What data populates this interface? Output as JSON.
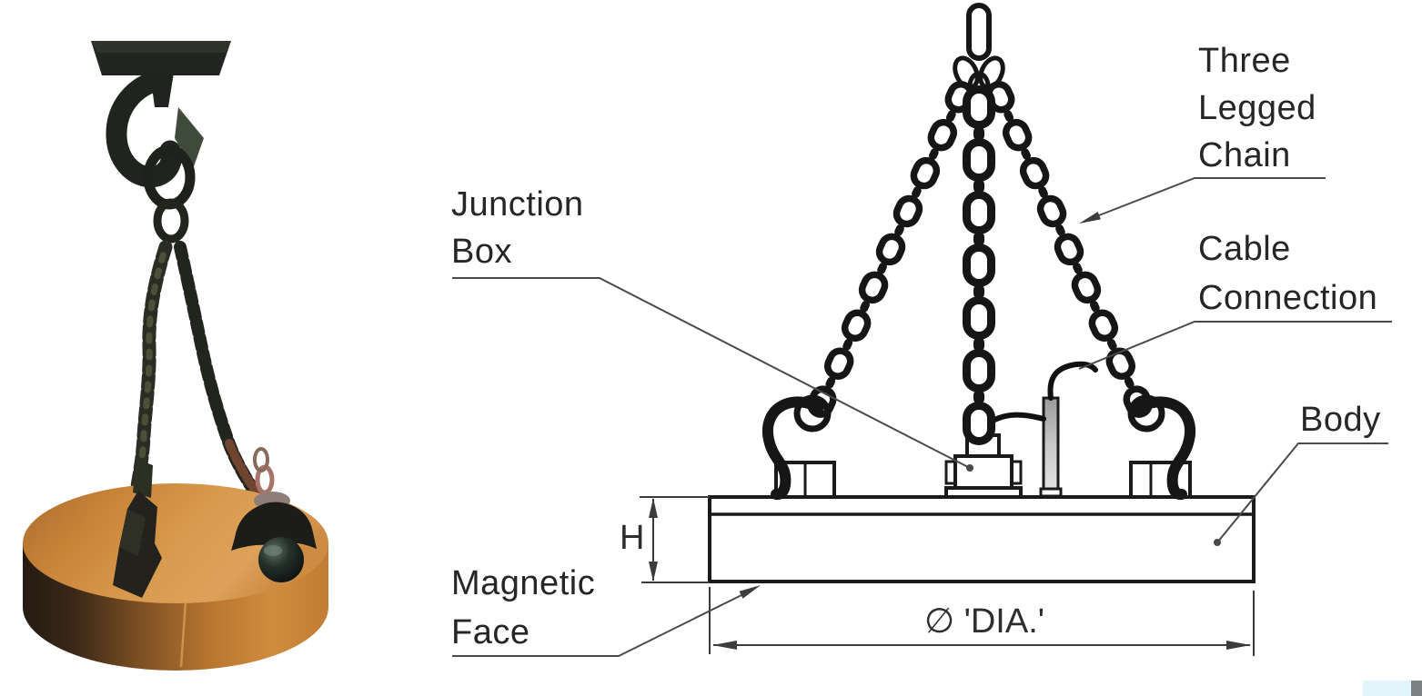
{
  "figure": {
    "description": "Circular lifting electromagnet: photo of magnet hanging from crane hook (left) and dimensioned line drawing (right)"
  },
  "diagram": {
    "labels": {
      "junction_box": "Junction Box",
      "three_legged_chain": "Three Legged Chain",
      "cable_connection": "Cable Connection",
      "body": "Body",
      "magnetic_face": "Magnetic Face"
    },
    "dimensions": {
      "height_symbol": "H",
      "diameter_symbol": "∅ 'DIA.'"
    },
    "colors": {
      "line": "#1a1a1a",
      "leader": "#4a4a4a",
      "tube_gray": "#b9b9b9"
    }
  },
  "photo": {
    "colors": {
      "magnet_top": "#d4924a",
      "magnet_side_light": "#c27c33",
      "magnet_side_dark": "#241b12",
      "chain": "#23261e",
      "hook": "#20241f"
    }
  },
  "corner_accents": {
    "cyan": "#e0f5fc",
    "gray": "#7c8184"
  }
}
